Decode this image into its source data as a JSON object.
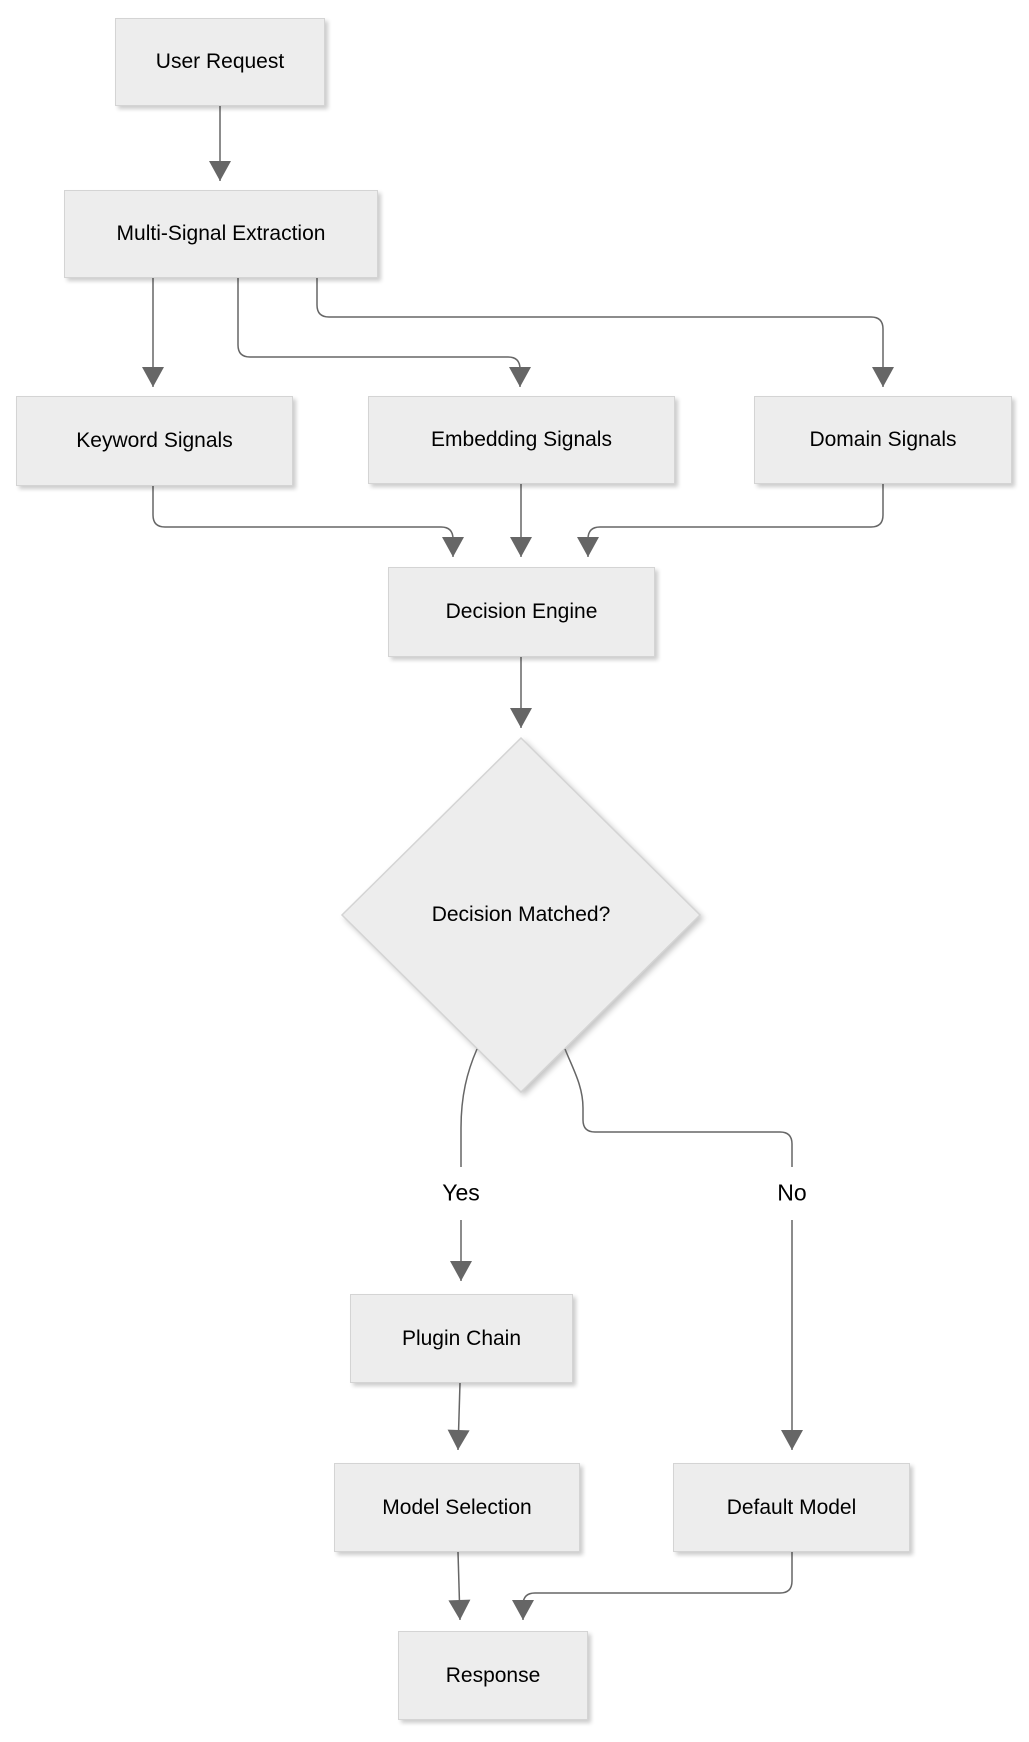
{
  "diagram": {
    "type": "flowchart",
    "nodes": {
      "user_request": {
        "label": "User Request",
        "shape": "rect"
      },
      "multi_signal_extraction": {
        "label": "Multi-Signal Extraction",
        "shape": "rect"
      },
      "keyword_signals": {
        "label": "Keyword Signals",
        "shape": "rect"
      },
      "embedding_signals": {
        "label": "Embedding Signals",
        "shape": "rect"
      },
      "domain_signals": {
        "label": "Domain Signals",
        "shape": "rect"
      },
      "decision_engine": {
        "label": "Decision Engine",
        "shape": "rect"
      },
      "decision_matched": {
        "label": "Decision Matched?",
        "shape": "diamond"
      },
      "plugin_chain": {
        "label": "Plugin Chain",
        "shape": "rect"
      },
      "model_selection": {
        "label": "Model Selection",
        "shape": "rect"
      },
      "default_model": {
        "label": "Default Model",
        "shape": "rect"
      },
      "response": {
        "label": "Response",
        "shape": "rect"
      }
    },
    "edge_labels": {
      "yes": "Yes",
      "no": "No"
    },
    "edges": [
      {
        "from": "User Request",
        "to": "Multi-Signal Extraction",
        "label": ""
      },
      {
        "from": "Multi-Signal Extraction",
        "to": "Keyword Signals",
        "label": ""
      },
      {
        "from": "Multi-Signal Extraction",
        "to": "Embedding Signals",
        "label": ""
      },
      {
        "from": "Multi-Signal Extraction",
        "to": "Domain Signals",
        "label": ""
      },
      {
        "from": "Keyword Signals",
        "to": "Decision Engine",
        "label": ""
      },
      {
        "from": "Embedding Signals",
        "to": "Decision Engine",
        "label": ""
      },
      {
        "from": "Domain Signals",
        "to": "Decision Engine",
        "label": ""
      },
      {
        "from": "Decision Engine",
        "to": "Decision Matched?",
        "label": ""
      },
      {
        "from": "Decision Matched?",
        "to": "Plugin Chain",
        "label": "Yes"
      },
      {
        "from": "Decision Matched?",
        "to": "Default Model",
        "label": "No"
      },
      {
        "from": "Plugin Chain",
        "to": "Model Selection",
        "label": ""
      },
      {
        "from": "Model Selection",
        "to": "Response",
        "label": ""
      },
      {
        "from": "Default Model",
        "to": "Response",
        "label": ""
      }
    ],
    "colors": {
      "node_fill": "#ededed",
      "node_border": "#d4d4d4",
      "edge": "#666666",
      "text": "#000000",
      "background": "#ffffff"
    }
  }
}
